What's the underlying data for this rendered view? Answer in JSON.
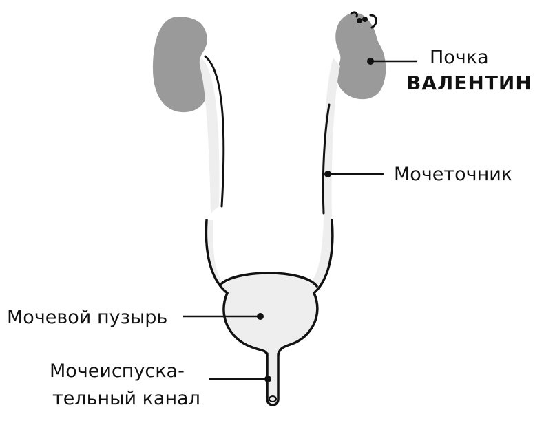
{
  "labels": {
    "kidney_line1": "Почка",
    "kidney_line2": "ВАЛЕНТИН",
    "ureter": "Мочеточник",
    "bladder": "Мочевой пузырь",
    "urethra_line1": "Мочеиспуска-",
    "urethra_line2": "тельный канал"
  },
  "colors": {
    "ink": "#111111",
    "kidney": "#9a9a9a",
    "organ_fill": "#eeeeee",
    "background": "#ffffff"
  }
}
